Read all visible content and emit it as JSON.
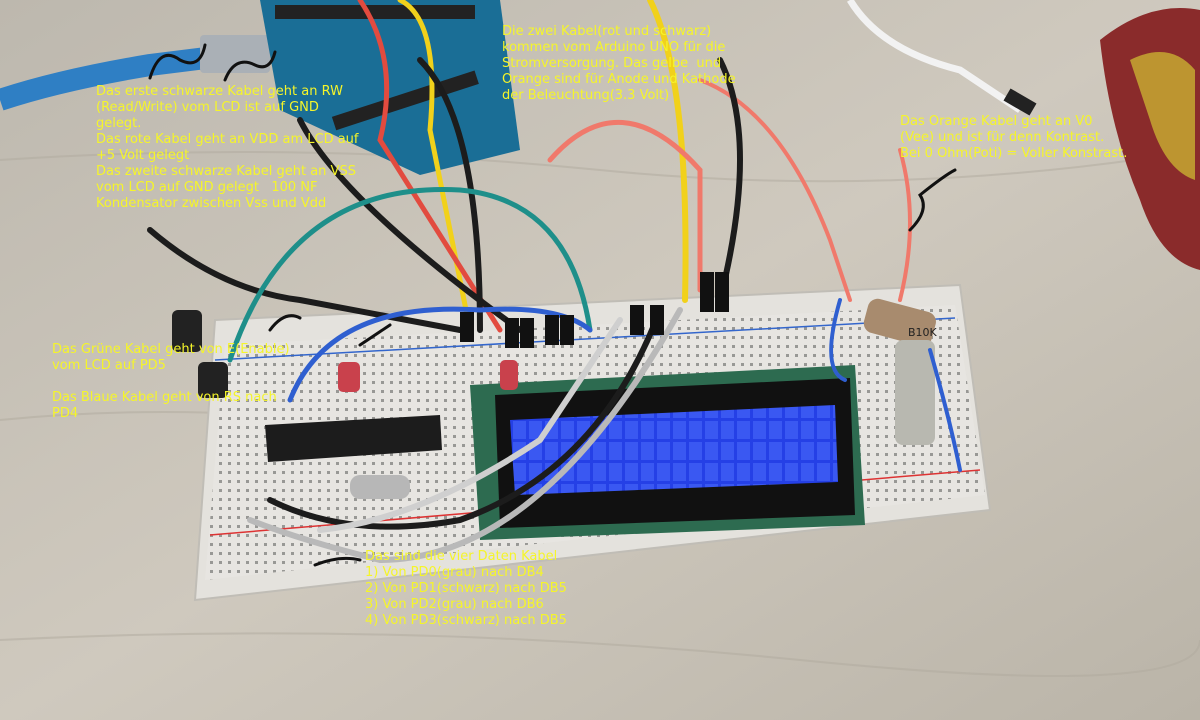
{
  "annotations": {
    "rw_power": "Das erste schwarze Kabel geht an RW\n(Read/Write) vom LCD ist auf GND\ngelegt.\nDas rote Kabel geht an VDD am LCD auf\n+5 Volt gelegt\nDas zweite schwarze Kabel geht an VSS\nvom LCD auf GND gelegt   100 NF\nKondensator zwischen Vss und Vdd",
    "supply": "Die zwei Kabel(rot und schwarz)\nkommen vom Arduino UNO für die\nStromversorgung. Das gelbe  und\nOrange sind für Anode und Kathode\nder Beleuchtung(3.3 Volt)",
    "contrast": "Das Orange Kabel geht an V0\n(Vee) und ist für denn Kontrast.\nBei 0 Ohm(Poti) = Voller Konstrast.",
    "enable_rs": "Das Grüne Kabel geht von E(Enable)\nvom LCD auf PD5\n\nDas Blaue Kabel geht von RS nach\nPD4",
    "data_lines": "Das sind die vier Daten Kabel\n1) Von PD0(grau) nach DB4\n2) Von PD1(schwarz) nach DB5\n3) Von PD2(grau) nach DB6\n4) Von PD3(schwarz) nach DB5"
  },
  "photo": {
    "potentiometer_marking": "B10K",
    "colors": {
      "wood": "#c9c3b8",
      "lcd": "#2f45e8",
      "pcb": "#2d6b50",
      "arduino": "#1a6e96",
      "annotation_text": "#f5f52a"
    }
  }
}
